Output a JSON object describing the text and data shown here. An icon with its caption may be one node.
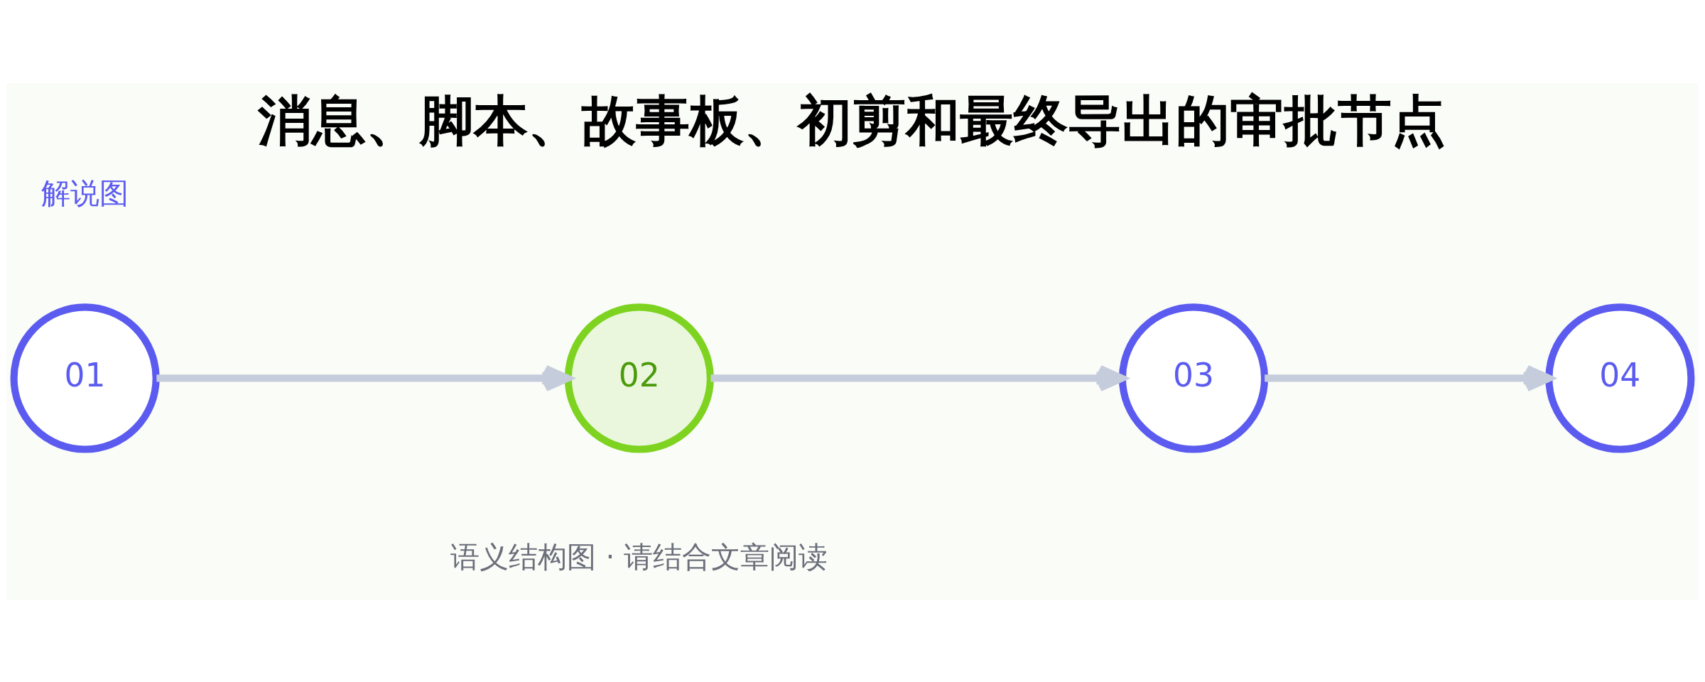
{
  "diagram": {
    "title": "消息、脚本、故事板、初剪和最终导出的审批节点",
    "caption": "语义结构图 · 请结合文章阅读",
    "nodes": [
      {
        "text": [
          "01"
        ]
      },
      {
        "text": [
          "02"
        ]
      },
      {
        "text": [
          "03"
        ]
      },
      {
        "text": [
          "04"
        ]
      }
    ],
    "edges": [
      {
        "from": 0,
        "to": 1,
        "arrow": "to"
      },
      {
        "from": 1,
        "to": 2,
        "arrow": "to"
      },
      {
        "from": 2,
        "to": 3,
        "arrow": "to"
      }
    ],
    "labels": [
      "解说图"
    ]
  }
}
